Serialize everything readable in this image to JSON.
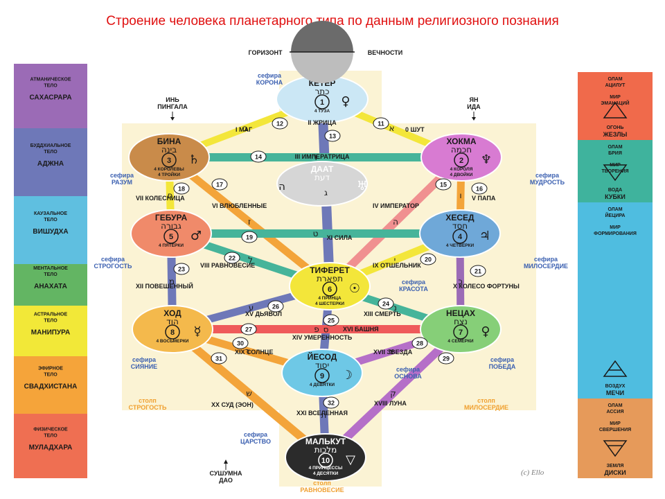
{
  "title": "Строение человека планетарного типа по данным религиозного познания",
  "horizon": {
    "left": "ГОРИЗОНТ",
    "right": "ВЕЧНОСТИ"
  },
  "top_channels": {
    "left": {
      "line1": "ИНЬ",
      "line2": "ПИНГАЛА"
    },
    "right": {
      "line1": "ЯН",
      "line2": "ИДА"
    }
  },
  "bottom_channel": {
    "line1": "СУШУМНА",
    "line2": "ДАО"
  },
  "left_column": [
    {
      "title": "АТМАНИЧЕСКОЕ ТЕЛО",
      "name": "САХАСРАРА",
      "color": "#9b6bb6"
    },
    {
      "title": "БУДДХИАЛЬНОЕ ТЕЛО",
      "name": "АДЖНА",
      "color": "#6e78b8"
    },
    {
      "title": "КАУЗАЛЬНОЕ ТЕЛО",
      "name": "ВИШУДХА",
      "color": "#5fbfe0"
    },
    {
      "title": "МЕНТАЛЬНОЕ ТЕЛО",
      "name": "АНАХАТА",
      "color": "#63b563"
    },
    {
      "title": "АСТРАЛЬНОЕ ТЕЛО",
      "name": "МАНИПУРА",
      "color": "#f2e838"
    },
    {
      "title": "ЭФИРНОЕ ТЕЛО",
      "name": "СВАДХИСТАНА",
      "color": "#f5a43a"
    },
    {
      "title": "ФИЗИЧЕСКОЕ ТЕЛО",
      "name": "МУЛАДХАРА",
      "color": "#ef6f52"
    }
  ],
  "right_column": [
    {
      "olam": "ОЛАМ АЦИЛУТ",
      "world": "МИР ЭМАНАЦИЙ",
      "element": "ОГОНЬ",
      "suit": "ЖЕЗЛЫ",
      "color": "#f06a4b"
    },
    {
      "olam": "ОЛАМ БРИЯ",
      "world": "МИР ТВОРЕНИЯ",
      "element": "ВОДА",
      "suit": "КУБКИ",
      "color": "#3fb39d"
    },
    {
      "olam": "ОЛАМ ЙЕЦИРА",
      "world": "МИР ФОРМИРОВАНИЯ",
      "element": "ВОЗДУХ",
      "suit": "МЕЧИ",
      "color": "#4fbde0"
    },
    {
      "olam": "ОЛАМ АССИЯ",
      "world": "МИР СВЕРШЕНИЯ",
      "element": "ЗЕМЛЯ",
      "suit": "ДИСКИ",
      "color": "#e69a5a"
    }
  ],
  "sephiroth": [
    {
      "name": "КЕТЕР",
      "hebrew": "כתר",
      "number": "1",
      "sub": [
        "4 ТУЗА"
      ],
      "sefira": "сефира",
      "sefira_name": "КОРОНА",
      "symbol": "♀",
      "color": "#cbe7f5",
      "text_color": "#1a1a1a"
    },
    {
      "name": "ХОКМА",
      "hebrew": "חכמה",
      "number": "2",
      "sub": [
        "4 КОРОЛЯ",
        "4 ДВОЙКИ"
      ],
      "sefira": "сефира",
      "sefira_name": "МУДРОСТЬ",
      "symbol": "♆",
      "color": "#d87bd2",
      "text_color": "#1a1a1a"
    },
    {
      "name": "БИНА",
      "hebrew": "בינה",
      "number": "3",
      "sub": [
        "4 КОРОЛЕВЫ",
        "4 ТРОЙКИ"
      ],
      "sefira": "сефира",
      "sefira_name": "РАЗУМ",
      "symbol": "♄",
      "color": "#c98b4a",
      "text_color": "#1a1a1a"
    },
    {
      "name": "ДААТ",
      "hebrew": "דעת",
      "number": "",
      "sub": [],
      "sefira": "",
      "sefira_name": "",
      "symbol": "♅",
      "color": "#d6d6d6",
      "text_color": "#ffffff"
    },
    {
      "name": "ХЕСЕД",
      "hebrew": "חסד",
      "number": "4",
      "sub": [
        "4 ЧЕТВЕРКИ"
      ],
      "sefira": "сефира",
      "sefira_name": "МИЛОСЕРДИЕ",
      "symbol": "♃",
      "color": "#6fa8d8",
      "text_color": "#1a1a1a"
    },
    {
      "name": "ГЕБУРА",
      "hebrew": "גבורה",
      "number": "5",
      "sub": [
        "4 ПЯТЕРКИ"
      ],
      "sefira": "сефира",
      "sefira_name": "СТРОГОСТЬ",
      "symbol": "♂",
      "color": "#f08a6a",
      "text_color": "#1a1a1a"
    },
    {
      "name": "ТИФЕРЕТ",
      "hebrew": "תפארת",
      "number": "6",
      "sub": [
        "4 ПРИНЦА",
        "4 ШЕСТЕРКИ"
      ],
      "sefira": "сефира",
      "sefira_name": "КРАСОТА",
      "symbol": "☉",
      "color": "#f3e63a",
      "text_color": "#1a1a1a"
    },
    {
      "name": "НЕЦАХ",
      "hebrew": "נצח",
      "number": "7",
      "sub": [
        "4 СЕМЕРКИ"
      ],
      "sefira": "сефира",
      "sefira_name": "ПОБЕДА",
      "symbol": "♀",
      "color": "#86cf78",
      "text_color": "#1a1a1a"
    },
    {
      "name": "ХОД",
      "hebrew": "הוד",
      "number": "8",
      "sub": [
        "4 ВОСЬМЕРКИ"
      ],
      "sefira": "сефира",
      "sefira_name": "СИЯНИЕ",
      "symbol": "☿",
      "color": "#f4b94c",
      "text_color": "#1a1a1a"
    },
    {
      "name": "ЙЕСОД",
      "hebrew": "יסוד",
      "number": "9",
      "sub": [
        "4 ДЕВЯТКИ"
      ],
      "sefira": "сефира",
      "sefira_name": "ОСНОВА",
      "symbol": "☽",
      "color": "#6ec8e6",
      "text_color": "#1a1a1a"
    },
    {
      "name": "МАЛЬКУТ",
      "hebrew": "מלכות",
      "number": "10",
      "sub": [
        "4 ПРИНЦЕССЫ",
        "4 ДЕСЯТКИ"
      ],
      "sefira": "сефира",
      "sefira_name": "ЦАРСТВО",
      "symbol": "▽",
      "color": "#2b2b2b",
      "text_color": "#ffffff"
    }
  ],
  "paths": [
    {
      "number": "11",
      "label": "0 ШУТ",
      "letter": "א",
      "color": "#f3e63a"
    },
    {
      "number": "12",
      "label": "I МАГ",
      "letter": "ב",
      "color": "#f3e63a"
    },
    {
      "number": "13",
      "label": "II ЖРИЦА",
      "letter": "ג",
      "color": "#6e78b8"
    },
    {
      "number": "14",
      "label": "III ИМПЕРАТРИЦА",
      "letter": "ד",
      "color": "#46b49a"
    },
    {
      "number": "15",
      "label": "IV ИМПЕРАТОР",
      "letter": "ה",
      "color": "#f09090"
    },
    {
      "number": "16",
      "label": "V ПАПА",
      "letter": "ו",
      "color": "#f3a43a"
    },
    {
      "number": "17",
      "label": "VI ВЛЮБЛЕННЫЕ",
      "letter": "ז",
      "color": "#f3a43a"
    },
    {
      "number": "18",
      "label": "VII КОЛЕСНИЦА",
      "letter": "ח",
      "color": "#f3e63a"
    },
    {
      "number": "19",
      "label": "XI СИЛА",
      "letter": "ט",
      "color": "#46b49a"
    },
    {
      "number": "20",
      "label": "IX ОТШЕЛЬНИК",
      "letter": "י",
      "color": "#f3e63a"
    },
    {
      "number": "21",
      "label": "X КОЛЕСО ФОРТУНЫ",
      "letter": "כ",
      "color": "#9b6bb6"
    },
    {
      "number": "22",
      "label": "VIII РАВНОВЕСИЕ",
      "letter": "ל",
      "color": "#46b49a"
    },
    {
      "number": "23",
      "label": "XII ПОВЕШЕННЫЙ",
      "letter": "מ",
      "color": "#6e78b8"
    },
    {
      "number": "24",
      "label": "XIII СМЕРТЬ",
      "letter": "נ",
      "color": "#46b49a"
    },
    {
      "number": "25",
      "label": "XIV УМЕРЕННОСТЬ",
      "letter": "ס",
      "color": "#6e78b8"
    },
    {
      "number": "26",
      "label": "XV ДЬЯВОЛ",
      "letter": "ע",
      "color": "#6e78b8"
    },
    {
      "number": "27",
      "label": "XVI БАШНЯ",
      "letter": "פ",
      "color": "#ef5a5a"
    },
    {
      "number": "28",
      "label": "XVII ЗВЕЗДА",
      "letter": "צ",
      "color": "#b56fc8"
    },
    {
      "number": "29",
      "label": "XVIII ЛУНА",
      "letter": "ק",
      "color": "#b56fc8"
    },
    {
      "number": "30",
      "label": "XIX СОЛНЦЕ",
      "letter": "ר",
      "color": "#f3a43a"
    },
    {
      "number": "31",
      "label": "XX СУД (ЭОН)",
      "letter": "ש",
      "color": "#f3a43a"
    },
    {
      "number": "32",
      "label": "XXI ВСЕЛЕННАЯ",
      "letter": "ת",
      "color": "#6e78b8"
    }
  ],
  "pillars": [
    {
      "line1": "столп",
      "line2": "СТРОГОСТЬ"
    },
    {
      "line1": "столп",
      "line2": "МИЛОСЕРДИЕ"
    },
    {
      "line1": "столп",
      "line2": "РАВНОВЕСИЕ"
    }
  ],
  "copyright": "(c) Ello",
  "colors": {
    "title": "#e01010",
    "label_blue": "#3a5fb0",
    "pillar_orange": "#f0a030",
    "panel_bg": "#fbf3d4"
  }
}
